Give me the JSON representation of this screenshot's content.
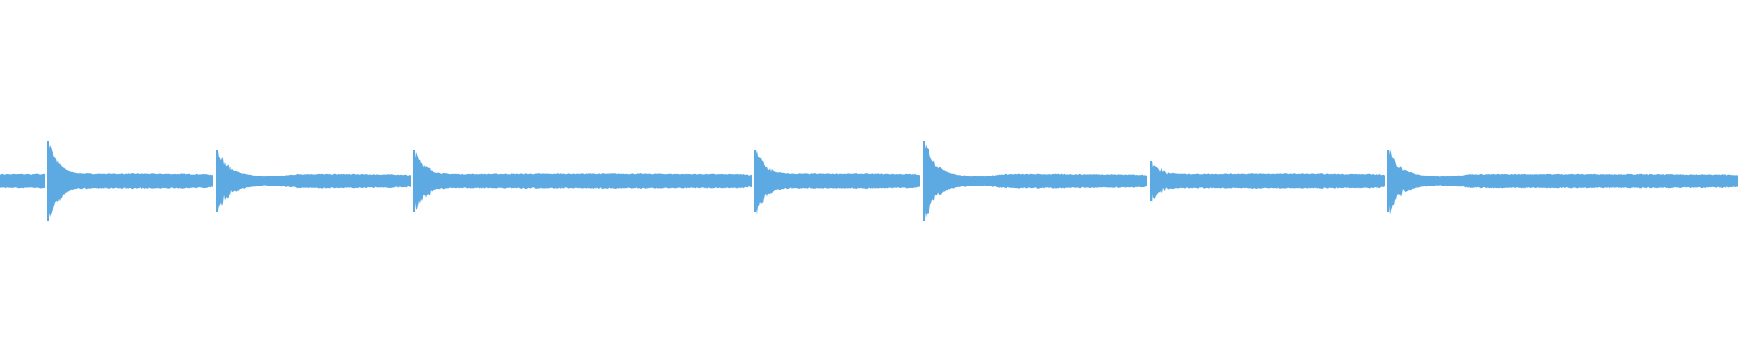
{
  "waveform": {
    "color": "#5DA9E2",
    "background": "#ffffff",
    "segments": [
      {
        "transient": "strong",
        "decay": "short"
      },
      {
        "transient": "medium",
        "decay": "dip"
      },
      {
        "transient": "medium",
        "decay": "long"
      },
      {
        "transient": "medium",
        "decay": "short"
      },
      {
        "transient": "strong",
        "decay": "dip"
      },
      {
        "transient": "weak",
        "decay": "short"
      },
      {
        "transient": "medium",
        "decay": "dip"
      }
    ]
  }
}
